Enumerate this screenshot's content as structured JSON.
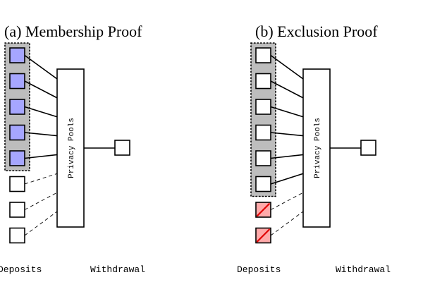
{
  "panels": [
    {
      "id": "membership",
      "title": "(a) Membership Proof",
      "box_label": "Privacy Pools",
      "deposits_label": "Deposits",
      "withdrawal_label": "Withdrawal",
      "deposits": [
        {
          "state": "included"
        },
        {
          "state": "included"
        },
        {
          "state": "included"
        },
        {
          "state": "included"
        },
        {
          "state": "included"
        },
        {
          "state": "excluded"
        },
        {
          "state": "excluded"
        },
        {
          "state": "excluded"
        }
      ]
    },
    {
      "id": "exclusion",
      "title": "(b) Exclusion Proof",
      "box_label": "Privacy Pools",
      "deposits_label": "Deposits",
      "withdrawal_label": "Withdrawal",
      "deposits": [
        {
          "state": "clean"
        },
        {
          "state": "clean"
        },
        {
          "state": "clean"
        },
        {
          "state": "clean"
        },
        {
          "state": "clean"
        },
        {
          "state": "clean"
        },
        {
          "state": "flagged"
        },
        {
          "state": "flagged"
        }
      ]
    }
  ],
  "colors": {
    "included_fill": "#a6a6ff",
    "clean_fill": "#ffffff",
    "flagged_fill": "#ffaaaa",
    "flag_slash": "#e00000",
    "group_fill": "#bdbdbd"
  }
}
